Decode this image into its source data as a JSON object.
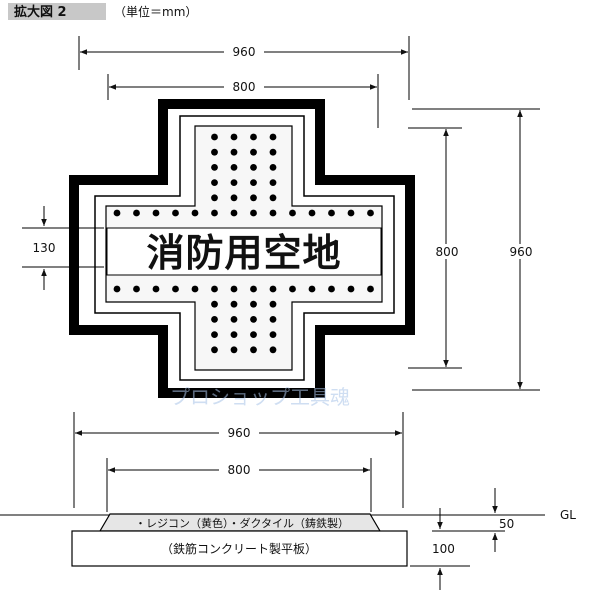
{
  "header": {
    "figure_label": "拡大図 2",
    "unit_note": "（単位＝mm）"
  },
  "sign_text": "消防用空地",
  "dimensions": {
    "top_outer_width": "960",
    "top_inner_width": "800",
    "right_inner_height": "800",
    "right_outer_height": "960",
    "band_height": "130",
    "section_outer_width": "960",
    "section_inner_width": "800",
    "layer_thickness": "50",
    "base_thickness": "100"
  },
  "section": {
    "ground_label": "GL",
    "top_layer_label": "・レジコン（黄色）・ダクタイル（鋳鉄製）",
    "base_label": "（鉄筋コンクリート製平板）"
  },
  "watermark": "プロショップ工具魂"
}
